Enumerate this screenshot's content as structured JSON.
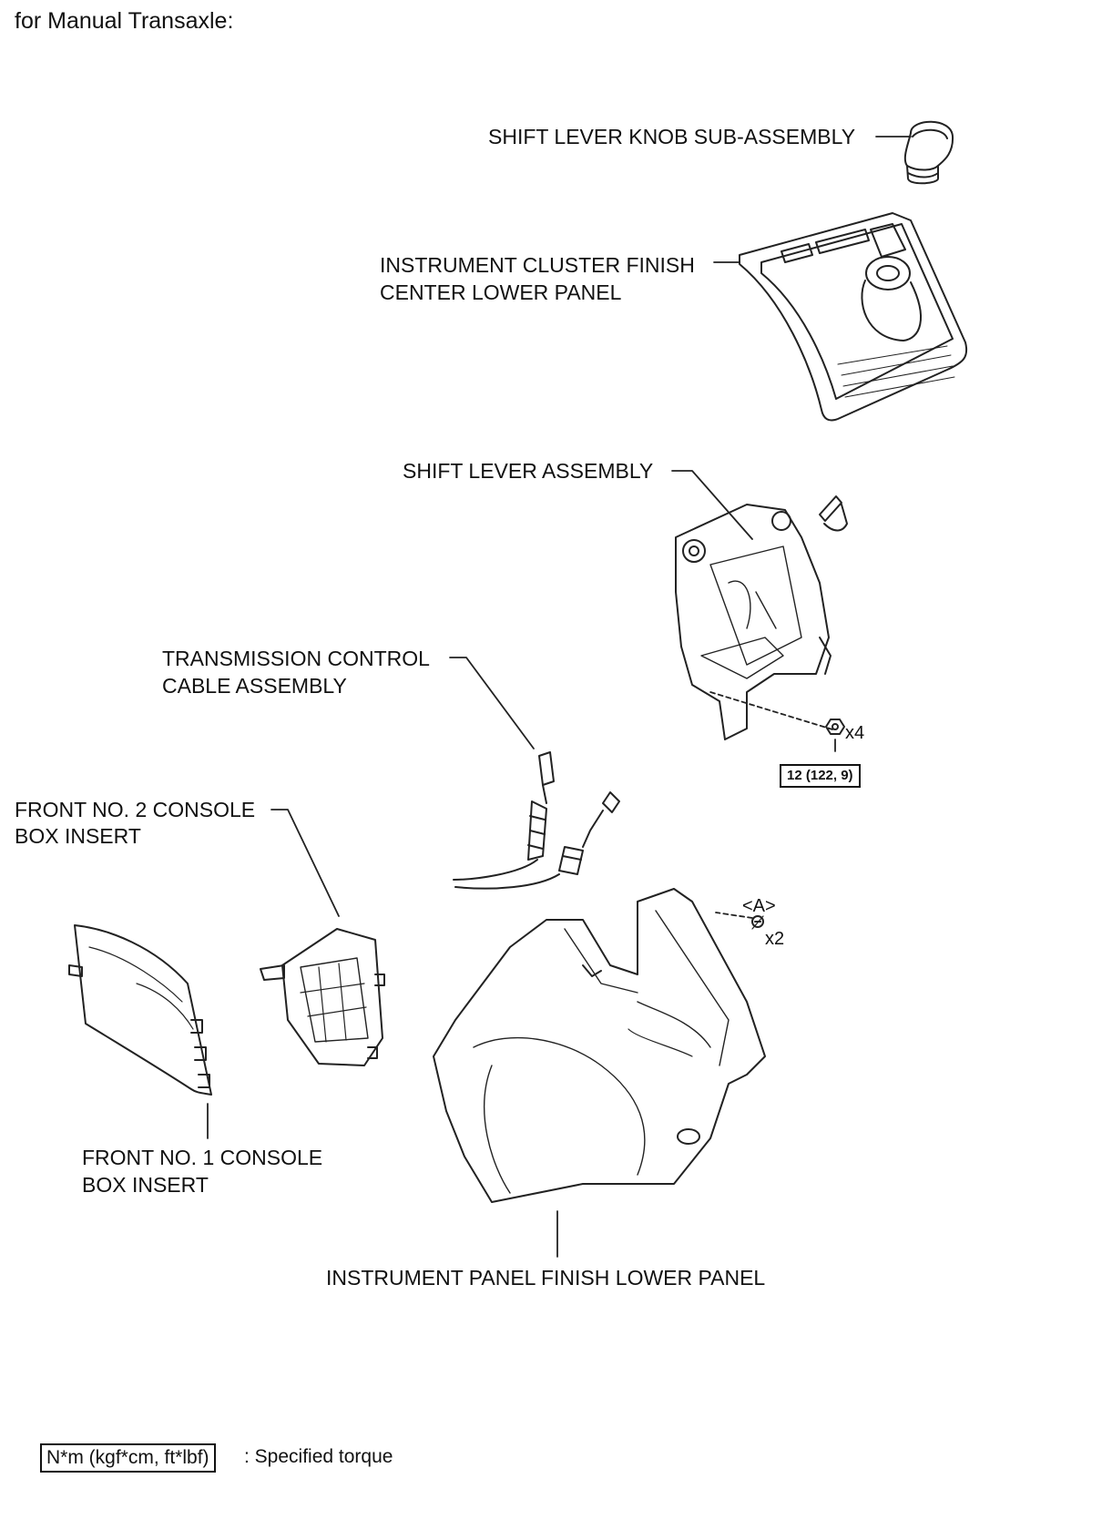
{
  "header": "for Manual Transaxle:",
  "labels": {
    "shift_knob": "SHIFT LEVER KNOB SUB-ASSEMBLY",
    "cluster_panel_1": "INSTRUMENT CLUSTER FINISH",
    "cluster_panel_2": "CENTER LOWER PANEL",
    "shift_lever": "SHIFT LEVER ASSEMBLY",
    "cable_1": "TRANSMISSION CONTROL",
    "cable_2": "CABLE ASSEMBLY",
    "box2_1": "FRONT NO. 2 CONSOLE",
    "box2_2": "BOX INSERT",
    "box1_1": "FRONT NO. 1 CONSOLE",
    "box1_2": "BOX INSERT",
    "lower_panel": "INSTRUMENT PANEL FINISH LOWER PANEL"
  },
  "fasteners": {
    "nut_qty": "x4",
    "nut_torque": "12 (122,  9)",
    "screw_ref": "<A>",
    "screw_qty": "x2"
  },
  "legend": {
    "box": "N*m (kgf*cm, ft*lbf)",
    "text": ": Specified torque"
  }
}
